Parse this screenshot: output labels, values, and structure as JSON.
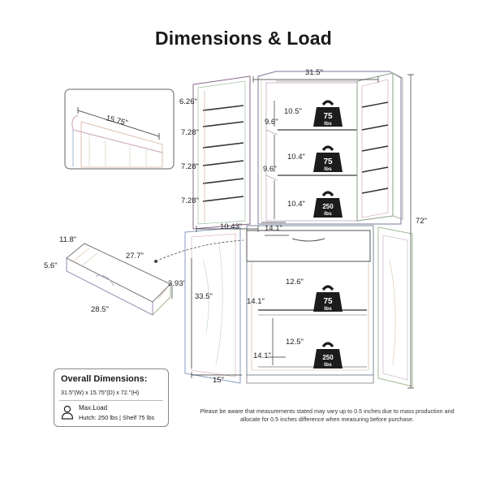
{
  "title": "Dimensions & Load",
  "dims": {
    "width": "31.5\"",
    "height": "72\"",
    "depth_inset": "15.75\"",
    "side_shelf_1": "6.26\"",
    "side_shelf_2": "7.28\"",
    "side_shelf_3": "7.28\"",
    "side_shelf_4": "7.28\"",
    "door_width": "10.43\"",
    "upper_gap_1": "10.5\"",
    "upper_gap_2": "10.4\"",
    "upper_gap_3": "10.4\"",
    "upper_depth_1": "9.6\"",
    "upper_depth_2": "9.6\"",
    "upper_shelf_depth": "14.1\"",
    "drawer_width_top": "11.8\"",
    "drawer_length": "27.7\"",
    "drawer_side": "5.6\"",
    "drawer_bottom": "28.5\"",
    "drawer_height": "3.93\"",
    "lower_height": "33.5\"",
    "lower_gap_1": "12.6\"",
    "lower_gap_2": "12.5\"",
    "lower_depth_1": "14.1\"",
    "lower_depth_2": "14.1\"",
    "lower_door_width": "15\""
  },
  "weights": {
    "w1_value": "75",
    "w1_unit": "lbs",
    "w2_value": "75",
    "w2_unit": "lbs",
    "w3_value": "250",
    "w3_unit": "lbs",
    "w4_value": "75",
    "w4_unit": "lbs",
    "w5_value": "250",
    "w5_unit": "lbs"
  },
  "overall": {
    "heading": "Overall Dimensions:",
    "value": "31.5\"(W) x 15.75\"(D) x 72.\"(H)",
    "load_label": "Max.Load",
    "load_value": "Hutch: 250 lbs | Shelf 75 lbs"
  },
  "disclaimer": "Please be aware that measurements stated may vary up to 0.5 inches due to mass production and allocate for 0.5 inches difference when measuring before purchase.",
  "icons": {
    "load": "user-icon",
    "weight": "kettlebell-weight-icon"
  }
}
